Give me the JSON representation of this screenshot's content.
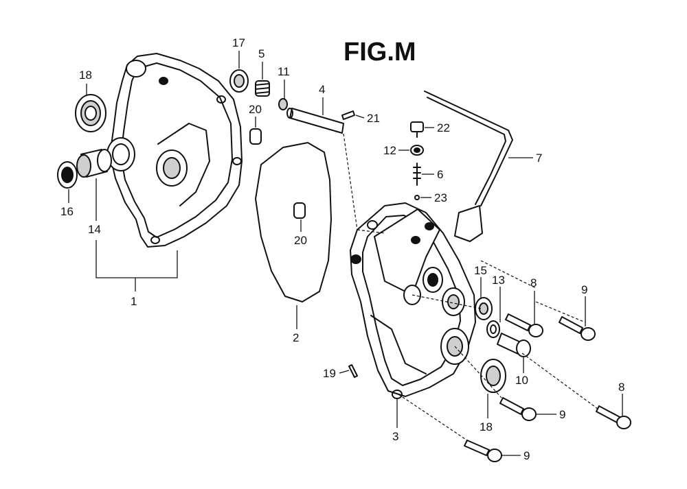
{
  "figure": {
    "title": "FIG.M"
  },
  "callouts": [
    {
      "id": "c1",
      "text": "1"
    },
    {
      "id": "c2",
      "text": "2"
    },
    {
      "id": "c3",
      "text": "3"
    },
    {
      "id": "c4",
      "text": "4"
    },
    {
      "id": "c5",
      "text": "5"
    },
    {
      "id": "c6",
      "text": "6"
    },
    {
      "id": "c7",
      "text": "7"
    },
    {
      "id": "c8a",
      "text": "8"
    },
    {
      "id": "c8b",
      "text": "8"
    },
    {
      "id": "c9a",
      "text": "9"
    },
    {
      "id": "c9b",
      "text": "9"
    },
    {
      "id": "c9c",
      "text": "9"
    },
    {
      "id": "c10",
      "text": "10"
    },
    {
      "id": "c11",
      "text": "11"
    },
    {
      "id": "c12",
      "text": "12"
    },
    {
      "id": "c13",
      "text": "13"
    },
    {
      "id": "c14",
      "text": "14"
    },
    {
      "id": "c15",
      "text": "15"
    },
    {
      "id": "c16",
      "text": "16"
    },
    {
      "id": "c17",
      "text": "17"
    },
    {
      "id": "c18a",
      "text": "18"
    },
    {
      "id": "c18b",
      "text": "18"
    },
    {
      "id": "c19",
      "text": "19"
    },
    {
      "id": "c20a",
      "text": "20"
    },
    {
      "id": "c20b",
      "text": "20"
    },
    {
      "id": "c21",
      "text": "21"
    },
    {
      "id": "c22",
      "text": "22"
    },
    {
      "id": "c23",
      "text": "23"
    }
  ]
}
